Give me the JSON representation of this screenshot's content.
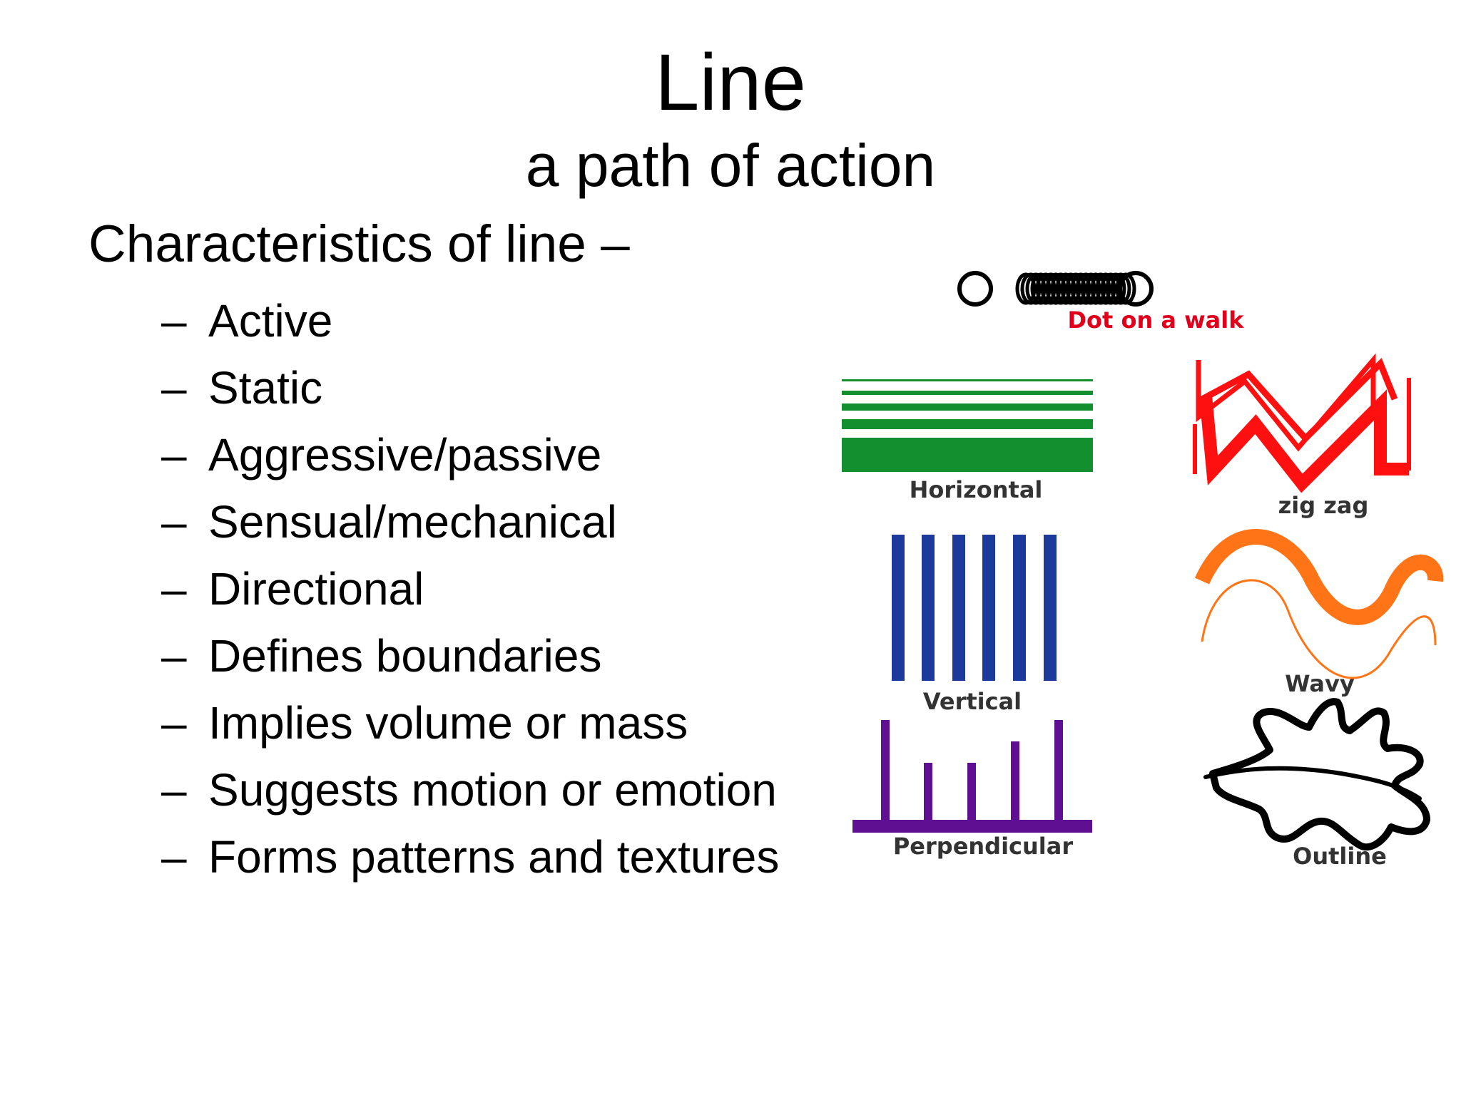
{
  "slide": {
    "title": "Line",
    "subtitle": "a path of action",
    "heading": "Characteristics of line –",
    "bullet_marker": "–",
    "bullets": [
      "Active",
      "Static",
      "Aggressive/passive",
      "Sensual/mechanical",
      "Directional",
      "Defines boundaries",
      "Implies volume or mass",
      "Suggests motion or emotion",
      "Forms patterns and textures"
    ]
  },
  "illustrations": {
    "dot_on_a_walk": "Dot on a walk",
    "horizontal": "Horizontal",
    "zig_zag": "zig zag",
    "vertical": "Vertical",
    "wavy": "Wavy",
    "perpendicular": "Perpendicular",
    "outline": "Outline"
  },
  "colors": {
    "dot_label": "#e0001b",
    "horizontal": "#138f2f",
    "zigzag": "#ff1010",
    "vertical": "#1b3a9c",
    "wavy": "#ff7416",
    "perpendicular": "#5e0f92",
    "outline": "#000000",
    "label_text": "#333333"
  }
}
